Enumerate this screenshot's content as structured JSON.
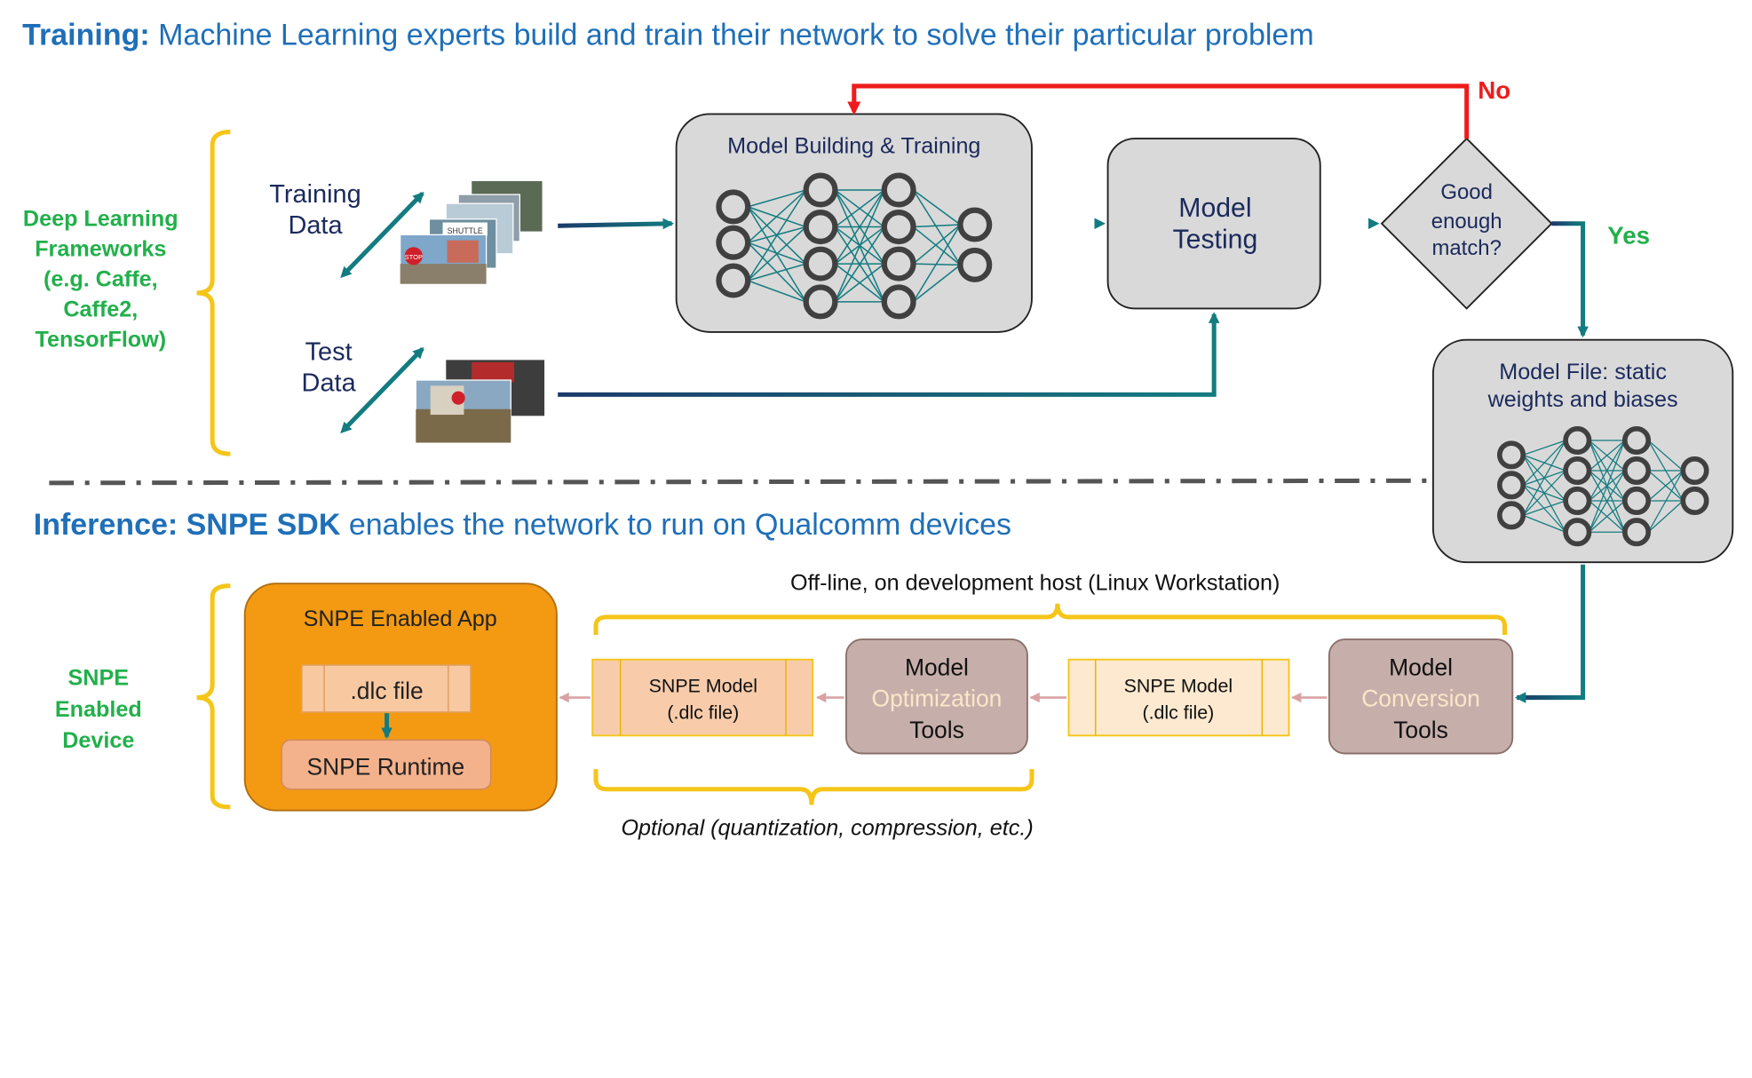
{
  "training": {
    "title_bold": "Training:",
    "title_rest": " Machine Learning experts build and train their network to solve their particular problem",
    "frameworks_lines": [
      "Deep Learning",
      "Frameworks",
      "(e.g. Caffe,",
      "Caffe2,",
      "TensorFlow)"
    ],
    "training_data_lines": [
      "Training",
      "Data"
    ],
    "test_data_lines": [
      "Test",
      "Data"
    ],
    "model_building_label": "Model Building  & Training",
    "model_testing_lines": [
      "Model",
      "Testing"
    ],
    "decision_lines": [
      "Good",
      "enough",
      "match?"
    ],
    "no_label": "No",
    "yes_label": "Yes",
    "model_file_lines": [
      "Model File: static",
      "weights and biases"
    ],
    "image_signs": {
      "stop": "STOP",
      "shuttle": "SHUTTLE"
    }
  },
  "inference": {
    "title_bold": "Inference: SNPE SDK",
    "title_rest": " enables the network to run on Qualcomm devices",
    "device_lines": [
      "SNPE",
      "Enabled",
      "Device"
    ],
    "app_title": "SNPE Enabled App",
    "dlc_file": ".dlc file",
    "runtime": "SNPE Runtime",
    "offline_label": "Off-line, on development host (Linux Workstation)",
    "snpe_model_lines": [
      "SNPE Model",
      "(.dlc file)"
    ],
    "optimization_lines": [
      "Model",
      "Optimization",
      "Tools"
    ],
    "conversion_lines": [
      "Model",
      "Conversion",
      "Tools"
    ],
    "optional_label": "Optional (quantization, compression, etc.)"
  },
  "colors": {
    "title_blue": "#1f6fb8",
    "dark_navy": "#1b2a5c",
    "green": "#22b04b",
    "red": "#ee1c1c",
    "teal": "#137c80",
    "bracket_yellow": "#f5c518",
    "orange": "#f39a12",
    "mauve": "#c6afaa"
  }
}
